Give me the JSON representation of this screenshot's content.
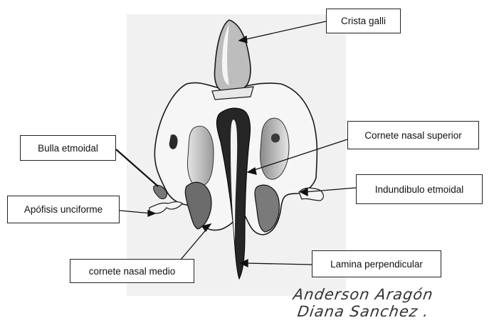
{
  "diagram": {
    "labels": [
      {
        "id": "crista-galli",
        "text": "Crista galli"
      },
      {
        "id": "bulla-etmoidal",
        "text": "Bulla etmoidal"
      },
      {
        "id": "apofisis-unciforme",
        "text": "Apófisis unciforme"
      },
      {
        "id": "cornete-nasal-medio",
        "text": "cornete nasal medio"
      },
      {
        "id": "cornete-nasal-superior",
        "text": "Cornete nasal superior"
      },
      {
        "id": "indundibulo-etmoidal",
        "text": "Indundibulo etmoidal"
      },
      {
        "id": "lamina-perpendicular",
        "text": "Lamina perpendicular"
      }
    ],
    "signature": [
      "Anderson Aragón",
      "Diana Sanchez ."
    ]
  }
}
